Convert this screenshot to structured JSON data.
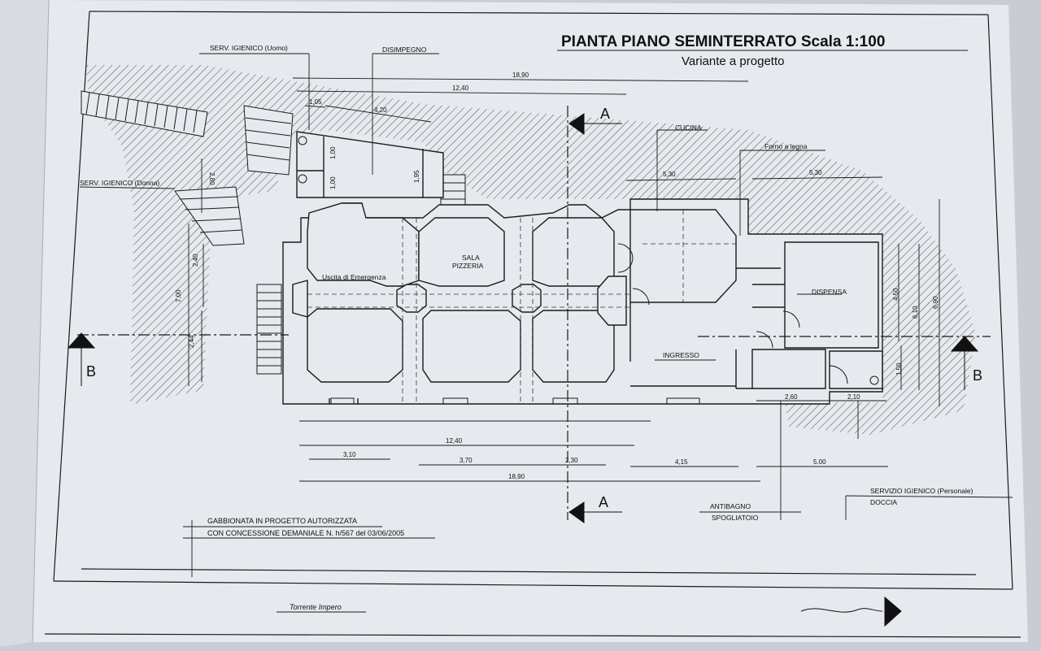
{
  "title": "PIANTA PIANO SEMINTERRATO Scala 1:100",
  "subtitle": "Variante a progetto",
  "rooms": {
    "serv_uomo": "SERV. IGIENICO (Uomo)",
    "disimpegno": "DISIMPEGNO",
    "serv_donna": "SERV. IGIENICO (Donna)",
    "cucina": "CUCINA",
    "forno": "Forno a legna",
    "sala": "SALA",
    "pizzeria": "PIZZERIA",
    "uscita": "Uscita di Emergenza",
    "dispensa": "DISPENSA",
    "ingresso": "INGRESSO",
    "antibagno": "ANTIBAGNO",
    "spogliatoio": "SPOGLIATOIO",
    "serv_personale": "SERVIZIO IGIENICO (Personale)",
    "doccia": "DOCCIA"
  },
  "section_markers": {
    "a": "A",
    "b": "B"
  },
  "dims": {
    "top_total": "18,90",
    "top_mid": "12,40",
    "d105": "1,05",
    "d420": "4,20",
    "d280": "2,80",
    "d100a": "1,00",
    "d100b": "1,00",
    "d195": "1,95",
    "d530a": "5,30",
    "d530b": "5,30",
    "d700": "7,00",
    "d240": "2,40",
    "d244": "2,44",
    "d450": "4,50",
    "d610": "6,10",
    "d690": "6,90",
    "d150": "1,50",
    "d260": "2,60",
    "d210": "2,10",
    "b1240": "12,40",
    "b310": "3,10",
    "b370": "3,70",
    "b230": "2,30",
    "b415": "4,15",
    "b500": "5.00",
    "b1890": "18,90"
  },
  "notes": {
    "line1": "GABBIONATA IN PROGETTO AUTORIZZATA",
    "line2": "CON CONCESSIONE DEMANIALE N. h/567 del 03/06/2005",
    "river": "Torrente Impero"
  },
  "colors": {
    "paper": "#e6e9ee",
    "ink": "#1a1a1a",
    "background": "#c9ccd3"
  }
}
